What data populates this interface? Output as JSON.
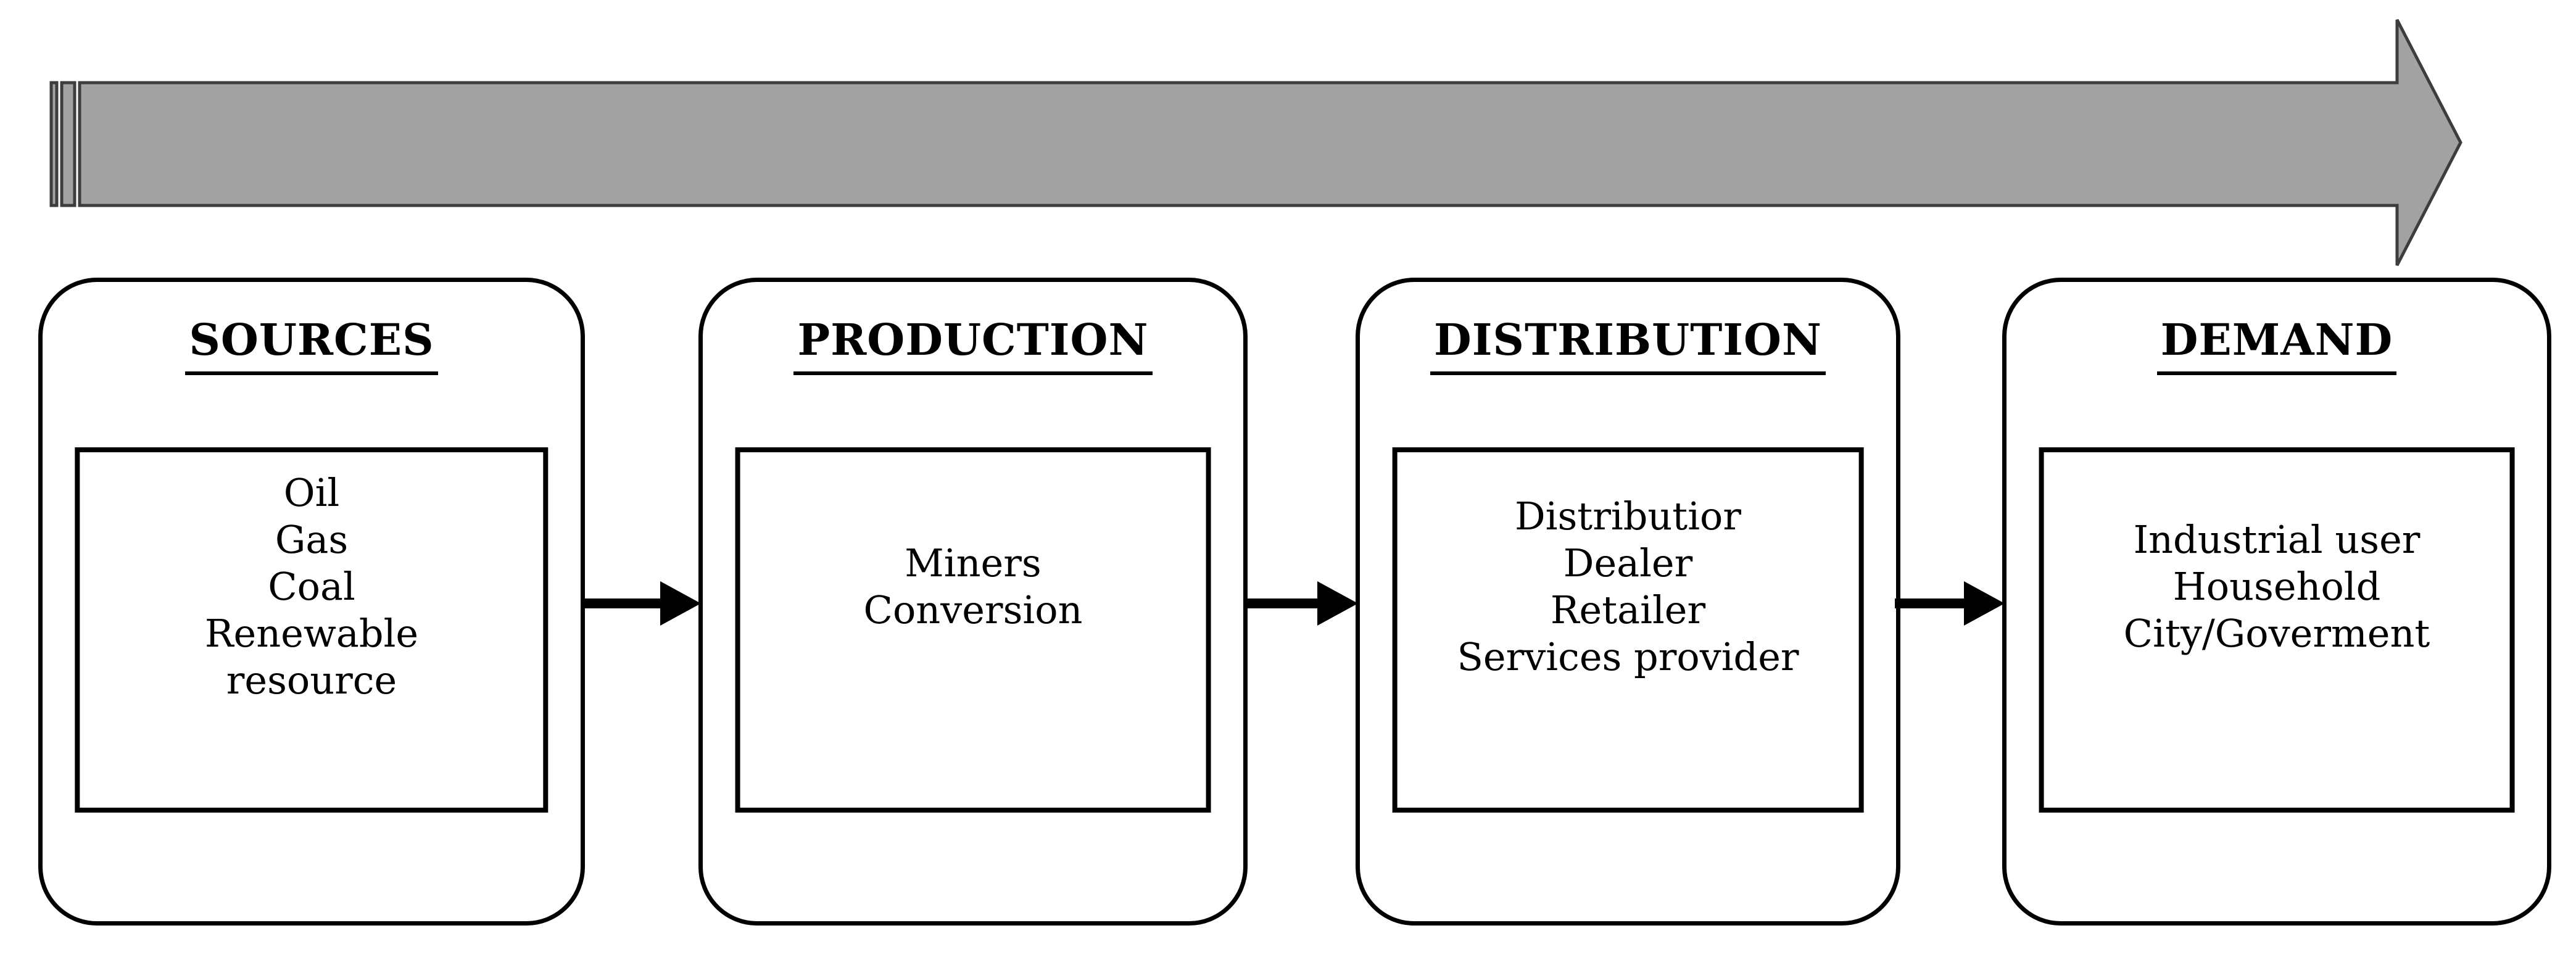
{
  "diagram": {
    "flow_arrow": {
      "direction": "right",
      "fill": "#a2a2a2",
      "outline": "#3d3d3d",
      "style": "striped-right-arrow"
    },
    "connector_color": "#000000",
    "stages": [
      {
        "id": "sources",
        "title": "SOURCES",
        "items": [
          "Oil",
          "Gas",
          "Coal",
          "Renewable",
          "resource"
        ]
      },
      {
        "id": "production",
        "title": "PRODUCTION",
        "items": [
          "Miners",
          "Conversion"
        ]
      },
      {
        "id": "distribution",
        "title": "DISTRIBUTION",
        "items": [
          "Distributior",
          "Dealer",
          "Retailer",
          "Services provider"
        ]
      },
      {
        "id": "demand",
        "title": "DEMAND",
        "items": [
          "Industrial user",
          "Household",
          "City/Goverment"
        ]
      }
    ]
  }
}
